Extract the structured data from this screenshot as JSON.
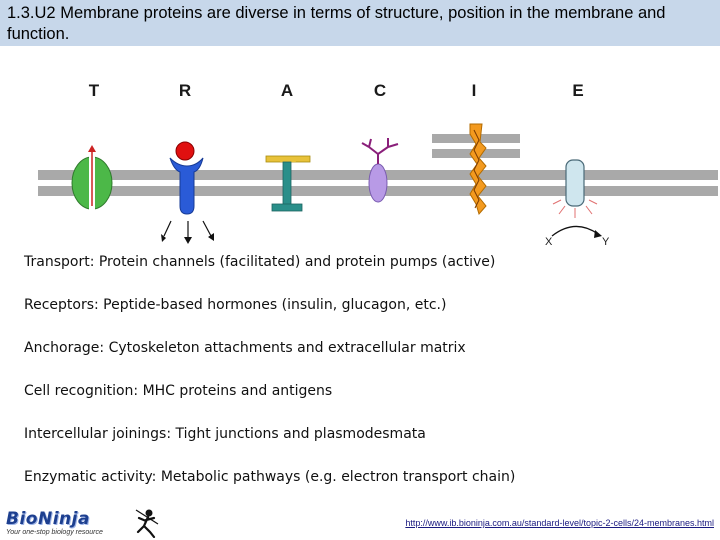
{
  "header": {
    "title": "1.3.U2 Membrane proteins are diverse in terms of structure, position in the membrane and function."
  },
  "diagram": {
    "letters": [
      "T",
      "R",
      "A",
      "C",
      "I",
      "E"
    ],
    "reaction_from": "X",
    "reaction_to": "Y"
  },
  "functions": [
    "Transport:  Protein channels (facilitated) and protein pumps (active)",
    "Receptors:  Peptide-based hormones (insulin, glucagon, etc.)",
    "Anchorage:  Cytoskeleton attachments and extracellular matrix",
    "Cell recognition:  MHC proteins and antigens",
    "Intercellular joinings:  Tight junctions and plasmodesmata",
    "Enzymatic activity:  Metabolic pathways (e.g. electron transport chain)"
  ],
  "footer": {
    "brand_name": "BioNinja",
    "brand_tagline": "Your one-stop biology resource",
    "url": "http://www.ib.bioninja.com.au/standard-level/topic-2-cells/24-membranes.html"
  },
  "colors": {
    "title_bar": "#c7d7ea",
    "membrane": "#a9a9a9",
    "transport": "#4cb848",
    "receptor_body": "#2a5bd7",
    "hormone": "#e01010",
    "anchor_top": "#e8c23a",
    "anchor_stem": "#2a8f8a",
    "recognition": "#b89ae6",
    "junction": "#f39a1f",
    "enzyme": "#cfe6ee"
  },
  "icons": [
    "ninja-icon"
  ]
}
